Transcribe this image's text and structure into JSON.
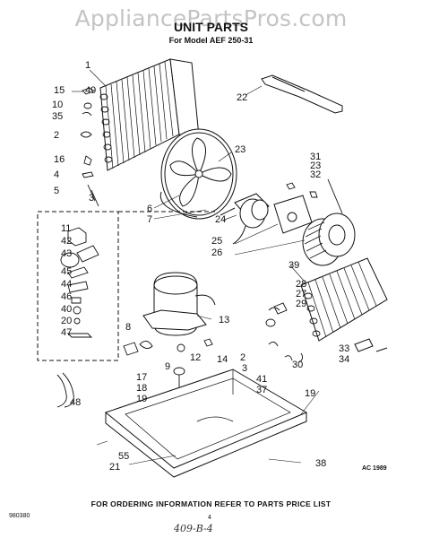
{
  "header": {
    "watermark": "AppliancePartsPros.com",
    "title": "UNIT PARTS",
    "subtitle": "For Model AEF 250-31"
  },
  "footer": {
    "ordering_note": "FOR ORDERING INFORMATION REFER TO PARTS PRICE LIST",
    "doc_code": "980380",
    "page_number": "4",
    "handwritten_note": "409-B-4",
    "copyright_stamp": "AC 1989"
  },
  "callouts": [
    "15",
    "49",
    "10",
    "35",
    "2",
    "16",
    "4",
    "5",
    "3",
    "1",
    "22",
    "23",
    "6",
    "7",
    "24",
    "31",
    "23",
    "32",
    "25",
    "26",
    "39",
    "11",
    "42",
    "43",
    "45",
    "44",
    "46",
    "40",
    "20",
    "47",
    "28",
    "27",
    "29",
    "13",
    "8",
    "12",
    "9",
    "14",
    "2",
    "3",
    "30",
    "33",
    "34",
    "17",
    "18",
    "19",
    "41",
    "37",
    "19",
    "48",
    "55",
    "21",
    "38"
  ],
  "colors": {
    "ink": "#111111",
    "watermark": "#c4c4c4",
    "background": "#ffffff"
  }
}
